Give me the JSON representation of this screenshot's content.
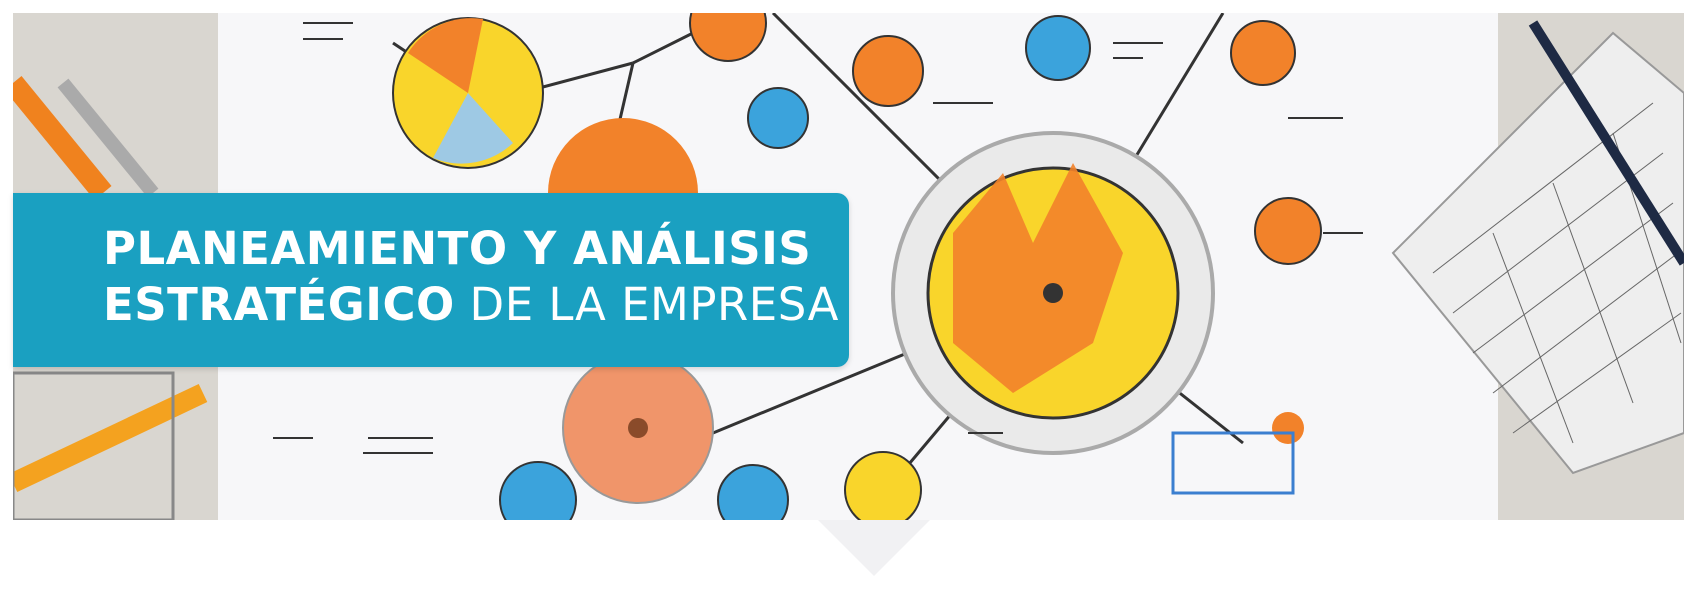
{
  "banner": {
    "title_line1_bold": "PLANEAMIENTO Y ANÁLISIS",
    "title_line2_bold": "ESTRATÉGICO",
    "title_line2_light": " DE LA EMPRESA",
    "accent_color": "#1aa0c1"
  }
}
